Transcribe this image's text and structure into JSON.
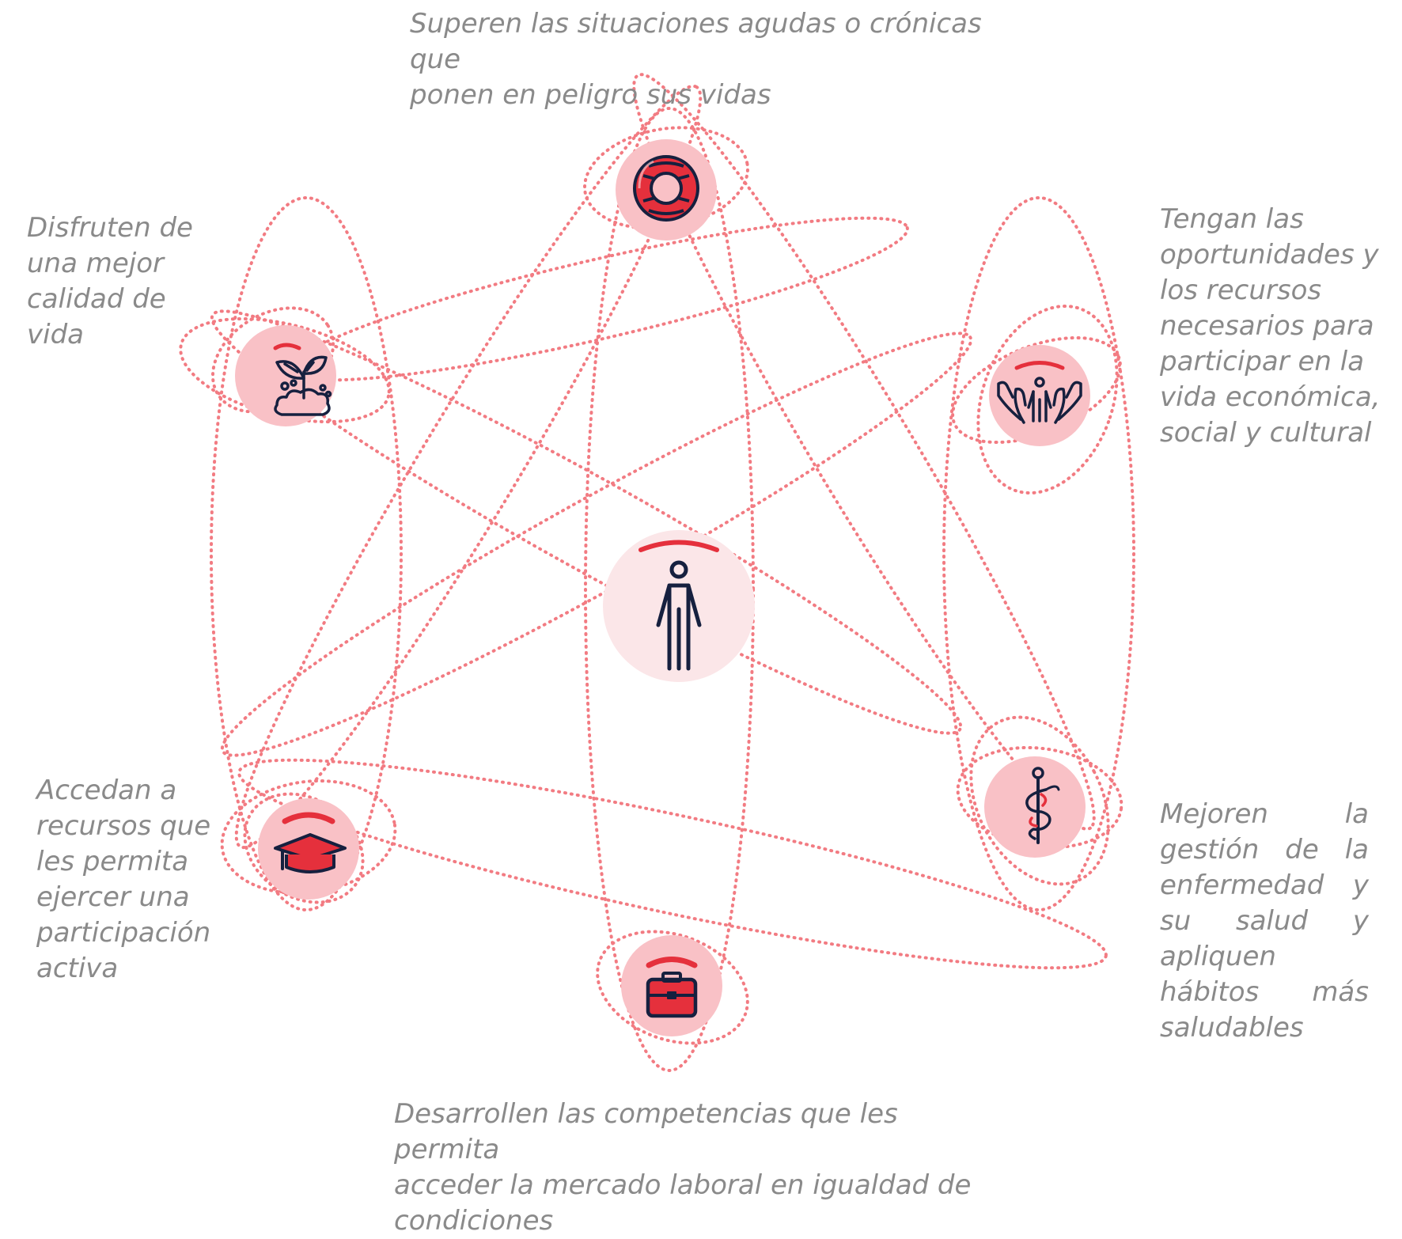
{
  "diagram": {
    "colors": {
      "orbit": "#f27b82",
      "node_fill": "#f9c1c6",
      "center_fill": "#fbe6e8",
      "icon_navy": "#16203f",
      "icon_red": "#e5303c",
      "caption": "#8a8a8a"
    },
    "center": {
      "icon": "person-icon"
    },
    "nodes": [
      {
        "id": "top",
        "icon": "lifebuoy-icon",
        "caption": "Superen las situaciones agudas o crónicas que\nponen en peligro sus vidas"
      },
      {
        "id": "upper-left",
        "icon": "sprout-icon",
        "caption": "Disfruten de\nuna mejor\ncalidad de\nvida"
      },
      {
        "id": "upper-right",
        "icon": "hands-person-icon",
        "caption": "Tengan las\noportunidades y\nlos recursos\nnecesarios para\nparticipar en la\nvida económica,\nsocial y cultural"
      },
      {
        "id": "lower-left",
        "icon": "graduation-cap-icon",
        "caption": "Accedan a\nrecursos que\nles permita\nejercer una\nparticipación\nactiva"
      },
      {
        "id": "lower-right",
        "icon": "caduceus-icon",
        "caption": "Mejoren la gestión de la enfermedad y su salud y apliquen hábitos más saludables"
      },
      {
        "id": "bottom",
        "icon": "briefcase-icon",
        "caption": "Desarrollen las competencias que les permita\nacceder la mercado laboral en igualdad de\ncondiciones"
      }
    ]
  }
}
